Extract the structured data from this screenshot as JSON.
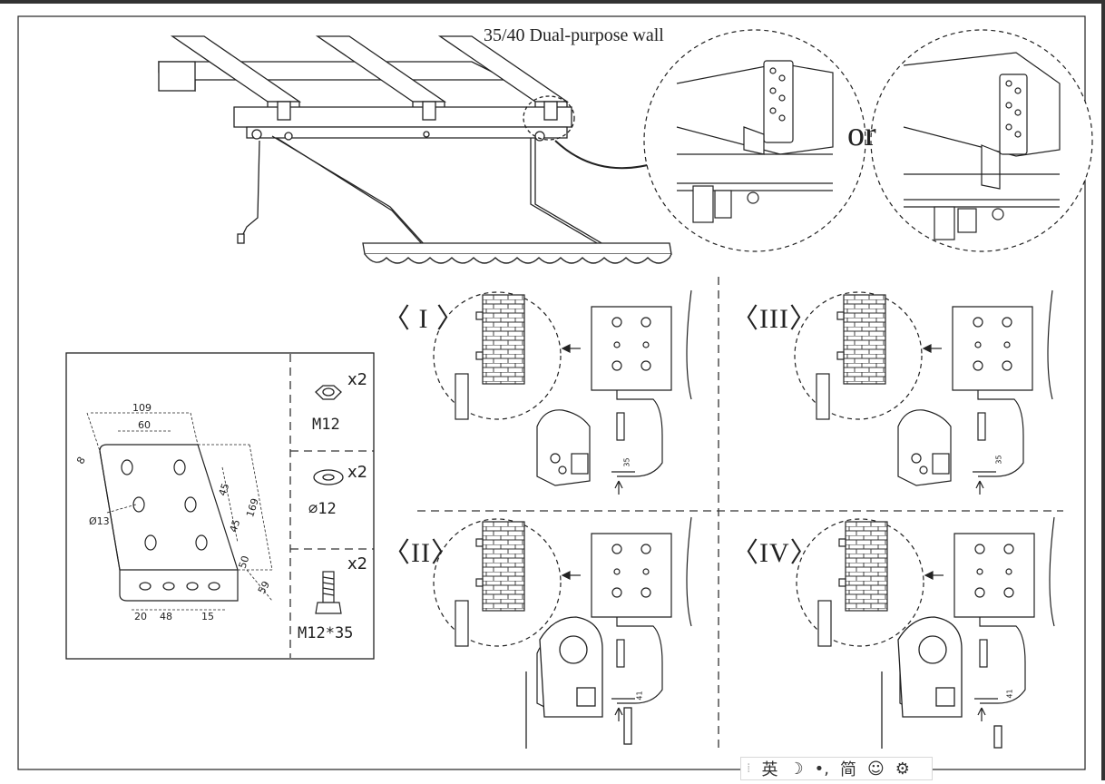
{
  "title": "35/40 Dual-purpose wall",
  "or_label": "or",
  "steps": [
    "〈 I 〉",
    "〈III〉",
    "〈II〉",
    "〈IV〉"
  ],
  "parts": [
    {
      "qty": "x2",
      "label": "M12",
      "icon": "hex-nut-icon"
    },
    {
      "qty": "x2",
      "label": "∅12",
      "icon": "washer-icon"
    },
    {
      "qty": "x2",
      "label": "M12*35",
      "icon": "hex-bolt-icon"
    }
  ],
  "bracket_dims": {
    "w109": "109",
    "w60": "60",
    "d8": "8",
    "hole": "Ø13",
    "v45a": "45",
    "v169": "169",
    "v45b": "45",
    "v50": "50",
    "v59": "59",
    "b20": "20",
    "b48": "48",
    "b15": "15"
  },
  "profile_labels": {
    "p1": "35",
    "p2": "35",
    "p3": "41",
    "p4": "41"
  },
  "ime_toolbar": {
    "grip": "⁞",
    "lang": "英",
    "moon": "☽",
    "punct": "•,",
    "simplified": "简",
    "smiley": "☺",
    "settings": "⚙"
  }
}
